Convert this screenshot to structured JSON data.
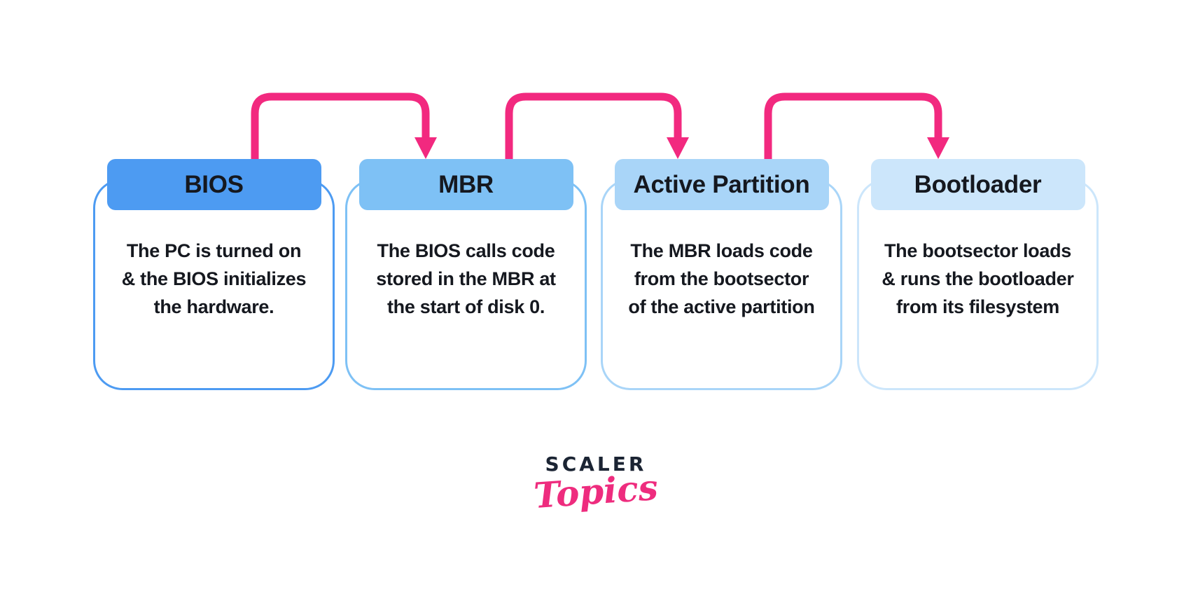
{
  "diagram": {
    "arrow_color": "#F2297F",
    "text_color": "#15181F",
    "boxes": [
      {
        "title": "BIOS",
        "header_color": "#4D9BF2",
        "border_color": "#4D9BF2",
        "lines": [
          "The PC is turned on",
          "& the BIOS initializes",
          "the hardware."
        ]
      },
      {
        "title": "MBR",
        "header_color": "#7EC1F5",
        "border_color": "#7EC1F5",
        "lines": [
          "The BIOS calls code",
          "stored in the MBR at",
          "the start of disk 0."
        ]
      },
      {
        "title": "Active Partition",
        "header_color": "#A9D5F8",
        "border_color": "#A9D5F8",
        "lines": [
          "The MBR loads code",
          "from the bootsector",
          "of the active partition"
        ]
      },
      {
        "title": "Bootloader",
        "header_color": "#CCE6FB",
        "border_color": "#CCE6FB",
        "lines": [
          "The bootsector loads",
          "& runs the bootloader",
          "from its filesystem"
        ]
      }
    ]
  },
  "logo": {
    "brand": "SCALER",
    "product": "Topics",
    "brand_color": "#1B2433",
    "product_color": "#EE2C7E"
  }
}
